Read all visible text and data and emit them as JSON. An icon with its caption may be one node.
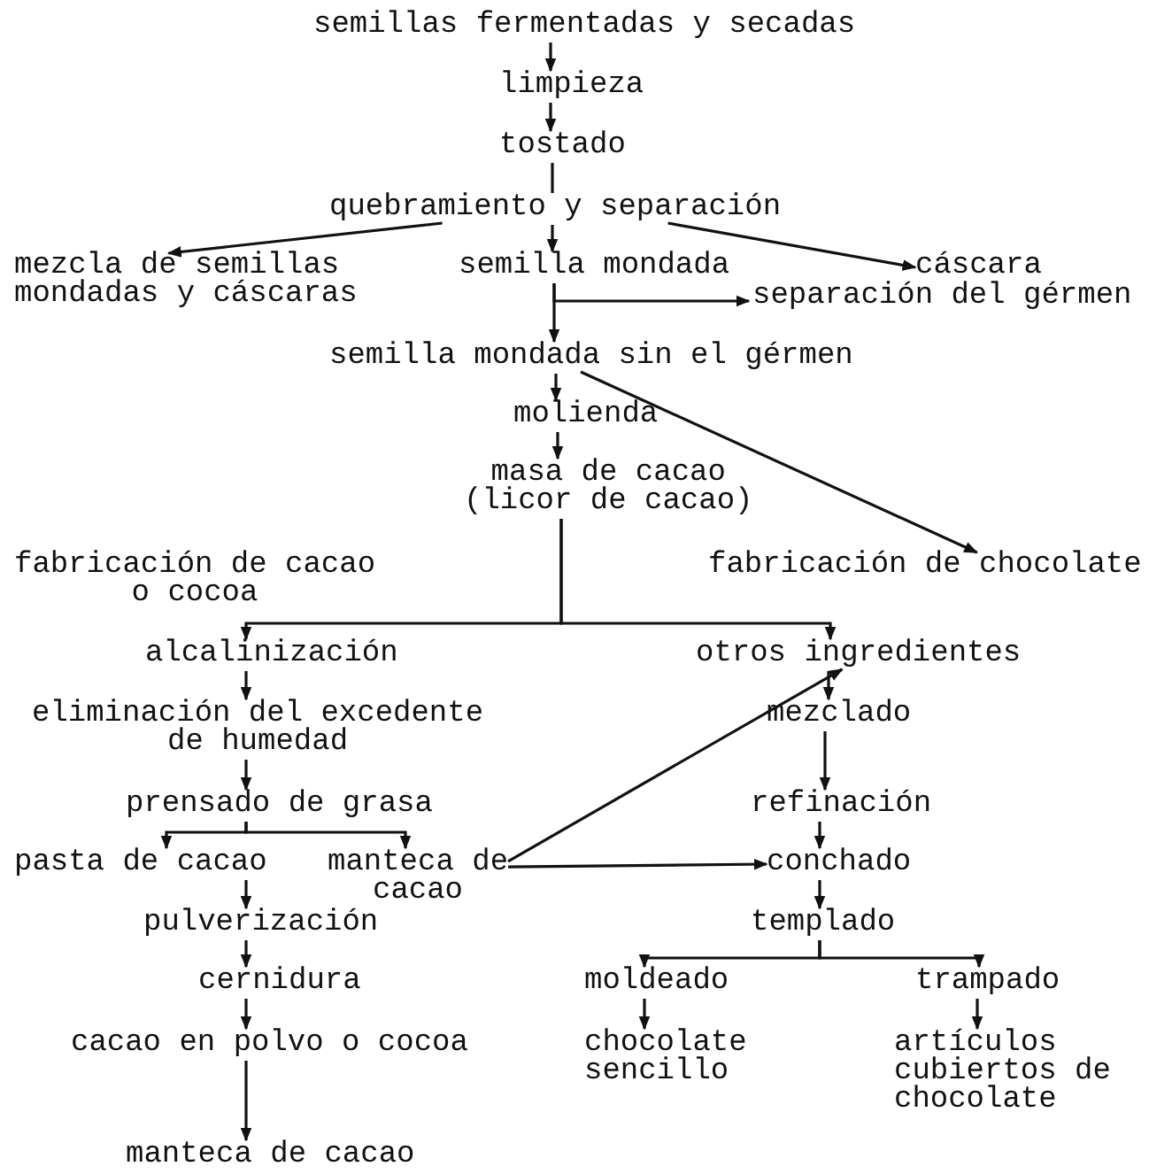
{
  "diagram": {
    "nodes": [
      {
        "text": [
          "semillas fermentadas y secadas"
        ]
      },
      {
        "text": [
          "limpieza"
        ]
      },
      {
        "text": [
          "tostado"
        ]
      },
      {
        "text": [
          "quebramiento y separación"
        ]
      },
      {
        "text": [
          "mezcla de semillas mondadas y cáscaras"
        ]
      },
      {
        "text": [
          "semilla mondada"
        ]
      },
      {
        "text": [
          "cáscara"
        ]
      },
      {
        "text": [
          "separación del gérmen"
        ]
      },
      {
        "text": [
          "semilla mondada sin el gérmen"
        ]
      },
      {
        "text": [
          "molienda"
        ]
      },
      {
        "text": [
          "masa de cacao (licor de cacao)"
        ]
      },
      {
        "text": [
          "fabricación de chocolate"
        ]
      },
      {
        "text": [
          "alcalinización"
        ]
      },
      {
        "text": [
          "otros ingredientes"
        ]
      },
      {
        "text": [
          "eliminación del excedente de humedad"
        ]
      },
      {
        "text": [
          "mezclado"
        ]
      },
      {
        "text": [
          "prensado de grasa"
        ]
      },
      {
        "text": [
          "pasta de cacao"
        ]
      },
      {
        "text": [
          "manteca de cacao"
        ]
      },
      {
        "text": [
          "refinación"
        ]
      },
      {
        "text": [
          "conchado"
        ]
      },
      {
        "text": [
          "pulverización"
        ]
      },
      {
        "text": [
          "templado"
        ]
      },
      {
        "text": [
          "cernidura"
        ]
      },
      {
        "text": [
          "moldeado"
        ]
      },
      {
        "text": [
          "trampado"
        ]
      },
      {
        "text": [
          "cacao en polvo o cocoa"
        ]
      },
      {
        "text": [
          "chocolate sencillo"
        ]
      },
      {
        "text": [
          "artículos cubiertos de chocolate"
        ]
      },
      {
        "text": [
          "manteca de cacao"
        ]
      }
    ],
    "edges": [
      {
        "from": 0,
        "to": 1,
        "arrow": "to"
      },
      {
        "from": 1,
        "to": 2,
        "arrow": "to"
      },
      {
        "from": 2,
        "to": 3,
        "arrow": "none"
      },
      {
        "from": 3,
        "to": 4,
        "arrow": "to"
      },
      {
        "from": 3,
        "to": 5,
        "arrow": "to"
      },
      {
        "from": 3,
        "to": 6,
        "arrow": "to"
      },
      {
        "from": 5,
        "to": 8,
        "arrow": "to"
      },
      {
        "from": 5,
        "to": 7,
        "arrow": "to"
      },
      {
        "from": 8,
        "to": 9,
        "arrow": "to"
      },
      {
        "from": 8,
        "to": 11,
        "arrow": "to"
      },
      {
        "from": 9,
        "to": 10,
        "arrow": "to"
      },
      {
        "from": 10,
        "to": 12,
        "arrow": "to"
      },
      {
        "from": 10,
        "to": 13,
        "arrow": "to"
      },
      {
        "from": 12,
        "to": 14,
        "arrow": "to"
      },
      {
        "from": 14,
        "to": 16,
        "arrow": "to"
      },
      {
        "from": 16,
        "to": 17,
        "arrow": "to"
      },
      {
        "from": 16,
        "to": 18,
        "arrow": "to"
      },
      {
        "from": 18,
        "to": 13,
        "arrow": "to"
      },
      {
        "from": 18,
        "to": 20,
        "arrow": "to"
      },
      {
        "from": 13,
        "to": 15,
        "arrow": "to"
      },
      {
        "from": 15,
        "to": 19,
        "arrow": "to"
      },
      {
        "from": 19,
        "to": 20,
        "arrow": "to"
      },
      {
        "from": 20,
        "to": 22,
        "arrow": "to"
      },
      {
        "from": 17,
        "to": 21,
        "arrow": "to"
      },
      {
        "from": 21,
        "to": 23,
        "arrow": "to"
      },
      {
        "from": 23,
        "to": 26,
        "arrow": "to"
      },
      {
        "from": 26,
        "to": 29,
        "arrow": "to"
      },
      {
        "from": 22,
        "to": 24,
        "arrow": "to"
      },
      {
        "from": 22,
        "to": 25,
        "arrow": "to"
      },
      {
        "from": 24,
        "to": 27,
        "arrow": "to"
      },
      {
        "from": 25,
        "to": 28,
        "arrow": "to"
      }
    ],
    "labels": [
      "fabricación de cacao o cocoa"
    ]
  }
}
